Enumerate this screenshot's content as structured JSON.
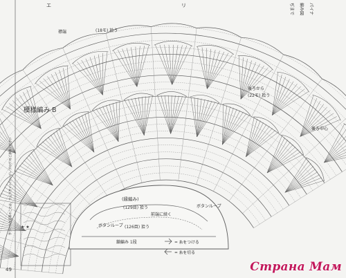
{
  "labels": {
    "pattern_b": "模様編み B",
    "collar_edge": "襟端",
    "rows_top": "(18モ) 拾う",
    "back_pickup": "後ろから",
    "back_pickup_count": "(22モ) 拾う",
    "back_center": "後ろ中心",
    "yoke_title": "(縁編み)",
    "yoke_pick_a": "(129目) 拾う",
    "yoke_pick_b": "(126目) 拾う",
    "button_loop": "ボタンループ",
    "button_loop_2": "ボタンループ",
    "rib_row": "前端に続く",
    "start_row": "鎖編み 1段",
    "legend_attach": "= 糸をつける",
    "legend_cut": "= 糸を切る",
    "page_number": "49",
    "side_mark": "★ ★",
    "side_text": "手づくり作品等のことは、ウェブサイト(ツレヅレブログ)をご参照ください",
    "top_text_a": "エ",
    "top_text_b": "リ",
    "top_right_a": "ぢまで",
    "top_right_b": "編み図",
    "top_right_c": "パイナ"
  },
  "watermark": "Страна Мам",
  "colors": {
    "line": "#5d5d5d",
    "line_light": "#8c8c8c",
    "paper": "#f4f4f2",
    "watermark": "#c2185b"
  }
}
